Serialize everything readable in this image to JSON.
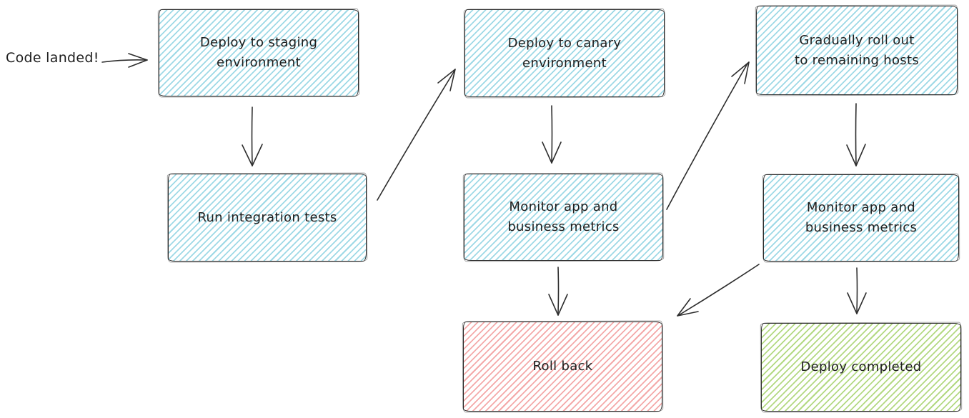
{
  "diagram": {
    "title": "deployment-pipeline-flowchart",
    "start_label": "Code landed!",
    "nodes": [
      {
        "id": "deploy-staging",
        "label": "Deploy to staging\nenvironment",
        "fill": "blue"
      },
      {
        "id": "run-tests",
        "label": "Run integration tests",
        "fill": "blue"
      },
      {
        "id": "deploy-canary",
        "label": "Deploy to canary\nenvironment",
        "fill": "blue"
      },
      {
        "id": "monitor-canary",
        "label": "Monitor app and\nbusiness metrics",
        "fill": "blue"
      },
      {
        "id": "roll-back",
        "label": "Roll back",
        "fill": "red"
      },
      {
        "id": "gradual-rollout",
        "label": "Gradually roll out\nto remaining hosts",
        "fill": "blue"
      },
      {
        "id": "monitor-rollout",
        "label": "Monitor app and\nbusiness metrics",
        "fill": "blue"
      },
      {
        "id": "deploy-completed",
        "label": "Deploy completed",
        "fill": "green"
      }
    ],
    "edges": [
      {
        "from": "code-landed",
        "to": "deploy-staging"
      },
      {
        "from": "deploy-staging",
        "to": "run-tests"
      },
      {
        "from": "run-tests",
        "to": "deploy-canary"
      },
      {
        "from": "deploy-canary",
        "to": "monitor-canary"
      },
      {
        "from": "monitor-canary",
        "to": "roll-back"
      },
      {
        "from": "monitor-canary",
        "to": "gradual-rollout"
      },
      {
        "from": "gradual-rollout",
        "to": "monitor-rollout"
      },
      {
        "from": "monitor-rollout",
        "to": "deploy-completed"
      },
      {
        "from": "monitor-rollout",
        "to": "roll-back"
      }
    ],
    "colors": {
      "blue": "#9ed9e6",
      "red": "#f4a9a9",
      "green": "#b3d982",
      "stroke": "#2d2d2d",
      "text": "#1e1e1e",
      "background": "#ffffff"
    }
  }
}
